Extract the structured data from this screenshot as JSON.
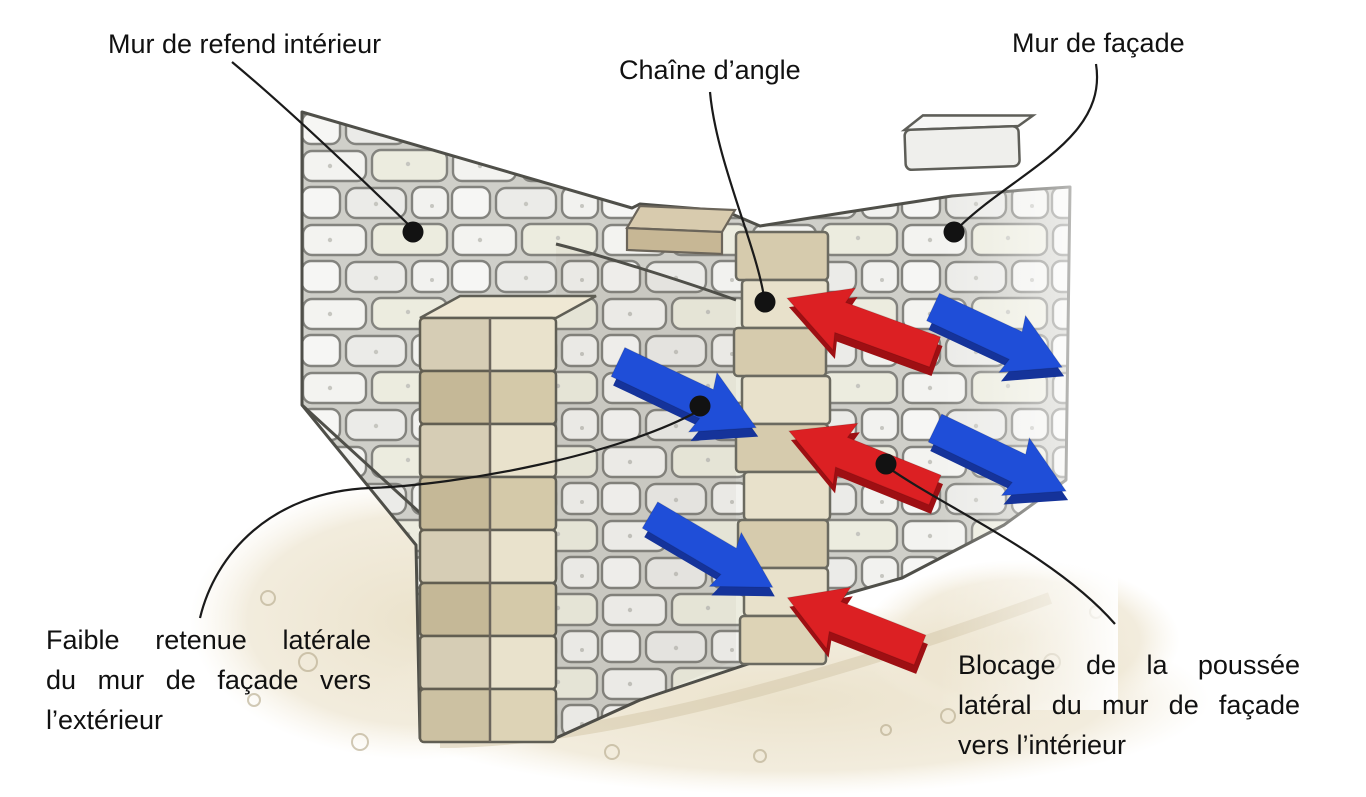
{
  "diagram": {
    "labels": {
      "refend": "Mur de refend intérieur",
      "chaine": "Chaîne d’angle",
      "facade": "Mur de façade",
      "faible": {
        "lines": [
          "Faible retenue latérale",
          "du mur de façade vers",
          "l’extérieur"
        ]
      },
      "blocage": {
        "lines": [
          "Blocage de la poussée",
          "latéral du mur de façade",
          "vers l’intérieur"
        ]
      }
    },
    "colors": {
      "arrow_red": "#dc2023",
      "arrow_red_dark": "#9e0f13",
      "arrow_blue": "#1f4ed8",
      "arrow_blue_dark": "#15339a",
      "quoin_beige": "#d4c9a9",
      "quoin_cream": "#e9e2cc",
      "stone_grey": "#f2f2ef",
      "ground_tan": "#eae1c9",
      "leader_black": "#1a1a1a"
    },
    "arrows": [
      {
        "color": "red",
        "position": "upper-middle",
        "direction": "pointing left toward chaîne d’angle"
      },
      {
        "color": "blue",
        "position": "upper-right",
        "direction": "pointing down-right outward"
      },
      {
        "color": "blue",
        "position": "middle-left",
        "direction": "pointing down-right toward chaîne d’angle"
      },
      {
        "color": "red",
        "position": "middle",
        "direction": "pointing left toward chaîne d’angle"
      },
      {
        "color": "blue",
        "position": "middle-right",
        "direction": "pointing down-right outward"
      },
      {
        "color": "blue",
        "position": "lower-left",
        "direction": "pointing down-right toward chaîne d’angle"
      },
      {
        "color": "red",
        "position": "lower-middle",
        "direction": "pointing left toward chaîne d’angle"
      }
    ]
  }
}
